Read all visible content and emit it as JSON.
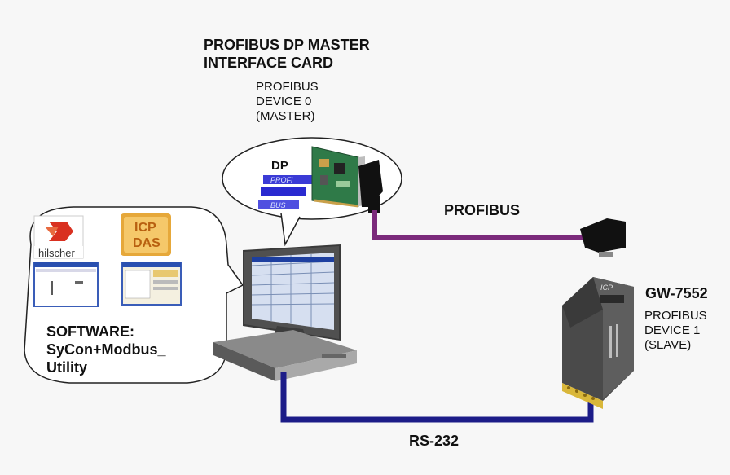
{
  "master_card": {
    "title_line1": "PROFIBUS DP MASTER",
    "title_line2": "INTERFACE CARD",
    "device_line1": "PROFIBUS",
    "device_line2": "DEVICE 0",
    "device_line3": "(MASTER)",
    "dp_logo_text": "DP"
  },
  "link_profibus": "PROFIBUS",
  "link_rs232": "RS-232",
  "gateway": {
    "model": "GW-7552",
    "device_line1": "PROFIBUS",
    "device_line2": "DEVICE 1",
    "device_line3": "(SLAVE)",
    "logo": "ICP"
  },
  "software": {
    "line1": "SOFTWARE:",
    "line2": "SyCon+Modbus_",
    "line3": "Utility",
    "hilscher_logo": "hilscher",
    "icpdas_logo_line1": "ICP",
    "icpdas_logo_line2": "DAS"
  },
  "colors": {
    "profibus_cable": "#7b2a7b",
    "rs232_cable": "#1c1c88"
  }
}
